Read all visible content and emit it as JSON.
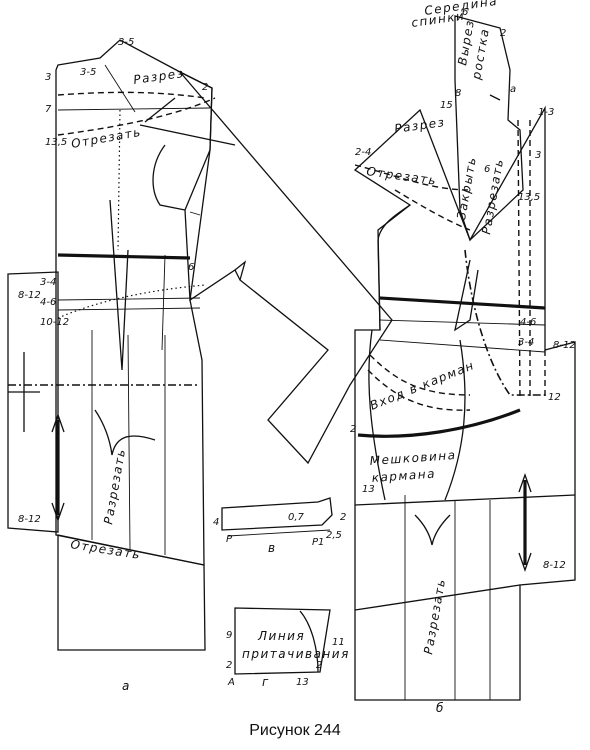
{
  "figure": {
    "caption": "Рисунок 244",
    "sub_a": "а",
    "sub_b": "б",
    "sub_v": "в",
    "sub_g": "г"
  },
  "labels_a": {
    "m1": "3-5",
    "m2": "3-5",
    "m3": "3",
    "m4": "7",
    "m5": "13,5",
    "m6": "2",
    "m7": "6",
    "m8": "3-4",
    "m9": "4-6",
    "m10": "10-12",
    "m11": "8-12",
    "m12": "8-12"
  },
  "labels_b": {
    "b1": "6",
    "b2": "2",
    "b3": "а",
    "b4": "8",
    "b5": "15",
    "b6": "6",
    "b7": "1-3",
    "b8": "3",
    "b9": "13,5",
    "b10": "2-4",
    "b11": "3-4",
    "b12": "4-6",
    "b13": "8-12",
    "b14": "12",
    "b15": "2",
    "b16": "13",
    "b17": "8-12"
  },
  "labels_v": {
    "v1": "4",
    "v2": "0,7",
    "v3": "2",
    "v4": "2,5",
    "v5": "Р",
    "v6": "Р1"
  },
  "labels_g": {
    "g1": "9",
    "g2": "11",
    "g3": "2",
    "g4": "2",
    "g5": "А",
    "g6": "13"
  },
  "words": {
    "cut_a": "Разрез",
    "trim_a": "Отрезать",
    "slash_a": "Разрезать",
    "trim_hem_a": "Отрезать",
    "back_middle_1": "Середина",
    "back_middle_2": "спинки",
    "neck_1": "Вырез",
    "neck_2": "ростка",
    "cut_b": "Разрез",
    "trim_b": "Отрезать",
    "closed": "Закрыть",
    "slash_small": "Разрезать",
    "pocket_entry": "Вход в карман",
    "pocket_bag_1": "Мешковина",
    "pocket_bag_2": "кармана",
    "slash_b": "Разрезать",
    "seam_1": "Линия",
    "seam_2": "притачивания"
  }
}
